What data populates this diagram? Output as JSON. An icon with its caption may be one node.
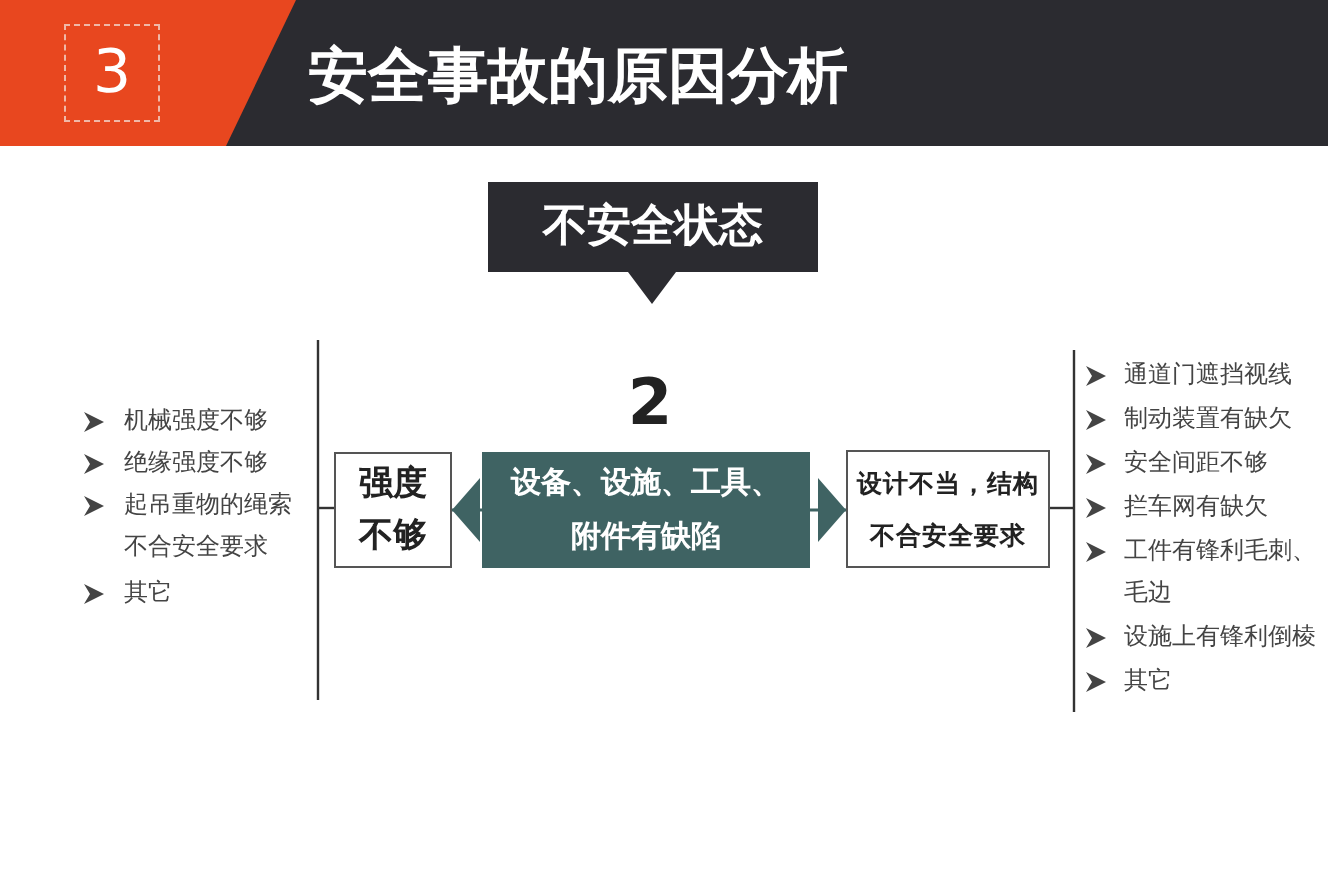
{
  "diagram": {
    "title": "安全事故的原因分析",
    "nodes": [
      {
        "text": [
          "不安全状态"
        ]
      },
      {
        "text": [
          "设备、设施、工具、附件有缺陷"
        ]
      },
      {
        "text": [
          "强度不够"
        ]
      },
      {
        "text": [
          "设计不当，结构不合安全要求"
        ]
      }
    ],
    "edges": [
      {
        "from": 1,
        "to": 2,
        "arrow": "to"
      },
      {
        "from": 1,
        "to": 3,
        "arrow": "to"
      }
    ],
    "labels": [
      "3",
      "2",
      "机械强度不够",
      "绝缘强度不够",
      "起吊重物的绳索不合安全要求",
      "其它",
      "通道门遮挡视线",
      "制动装置有缺欠",
      "安全间距不够",
      "拦车网有缺欠",
      "工件有锋利毛刺、毛边",
      "设施上有锋利倒棱",
      "其它"
    ]
  }
}
